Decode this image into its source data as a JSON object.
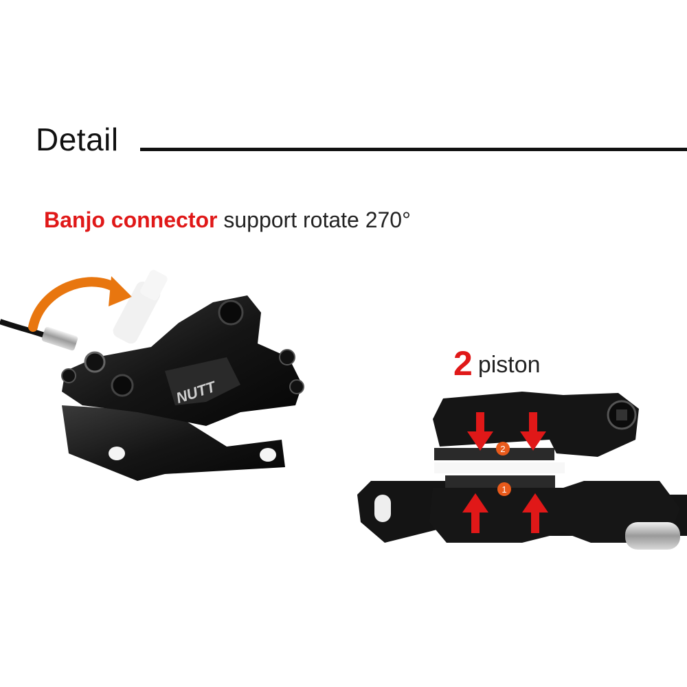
{
  "header": {
    "title": "Detail"
  },
  "feature_banjo": {
    "highlight": "Banjo connector",
    "rest": " support rotate 270°"
  },
  "feature_piston": {
    "count": "2",
    "label": "piston"
  },
  "product": {
    "brand_logo": "NUTT"
  },
  "markers": {
    "piston_top": "2",
    "piston_bottom": "1"
  },
  "colors": {
    "accent_red": "#e01818",
    "rotate_arrow": "#e8760f",
    "marker_orange": "#e85a1b",
    "caliper_black": "#141414"
  }
}
